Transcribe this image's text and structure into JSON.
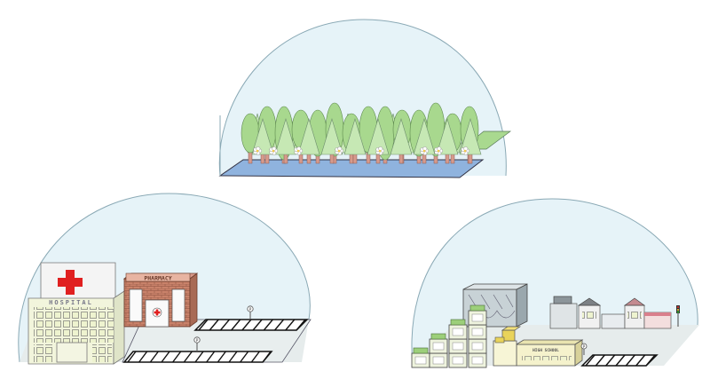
{
  "scenes": [
    {
      "id": "forest",
      "label": ""
    },
    {
      "id": "medical",
      "label": ""
    },
    {
      "id": "city",
      "label": ""
    }
  ],
  "signs": {
    "hospital": "HOSPITAL",
    "pharmacy": "PHARMACY",
    "school": "HIGH SCHOOL",
    "parking": "P"
  },
  "colors": {
    "sky_dome": "#e6f3f8",
    "dome_stroke": "#8aa9b5",
    "tree_green": "#a8d88e",
    "tree_light": "#c6e8b4",
    "trunk": "#d79a8c",
    "water": "#8fb3de",
    "grass": "#a9d98f",
    "ground": "#e6ecec",
    "hospital_cross": "#e02020",
    "brick": "#c9826a"
  },
  "icons": [
    "hospital-cross-icon",
    "pharmacy-cross-icon",
    "parking-sign-icon",
    "flower-icon",
    "traffic-light-icon"
  ]
}
